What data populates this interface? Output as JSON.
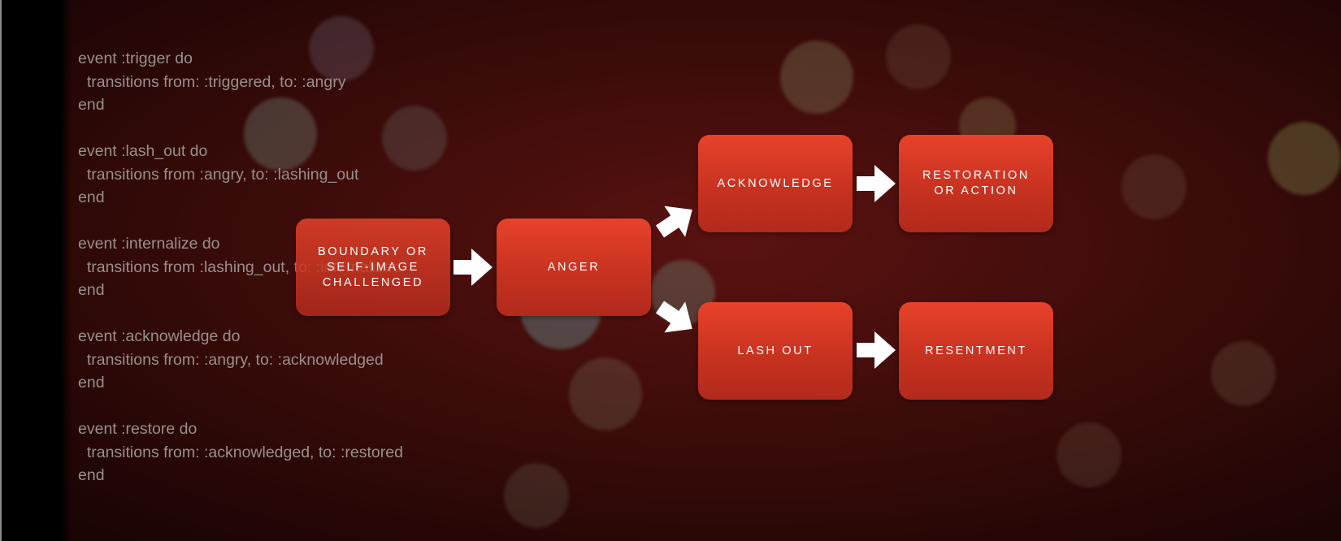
{
  "code": [
    [
      "event :trigger do",
      "  transitions from: :triggered, to: :angry",
      "end"
    ],
    [
      "event :lash_out do",
      "  transitions from :angry, to: :lashing_out",
      "end"
    ],
    [
      "event :internalize do",
      "  transitions from :lashing_out, to: :internalized",
      "end"
    ],
    [
      "event :acknowledge do",
      "  transitions from: :angry, to: :acknowledged",
      "end"
    ],
    [
      "event :restore do",
      "  transitions from: :acknowledged, to: :restored",
      "end"
    ]
  ],
  "nodes": {
    "boundary": "BOUNDARY OR\nSELF-IMAGE\nCHALLENGED",
    "anger": "ANGER",
    "acknowledge": "ACKNOWLEDGE",
    "restoration": "RESTORATION\nOR ACTION",
    "lash_out": "LASH OUT",
    "resentment": "RESENTMENT"
  },
  "colors": {
    "box_top": "#e8422a",
    "box_bottom": "#b22a1c",
    "arrow": "#ffffff",
    "code_text": "#9a8f8c"
  },
  "arrow_icon": "block-arrow-icon"
}
